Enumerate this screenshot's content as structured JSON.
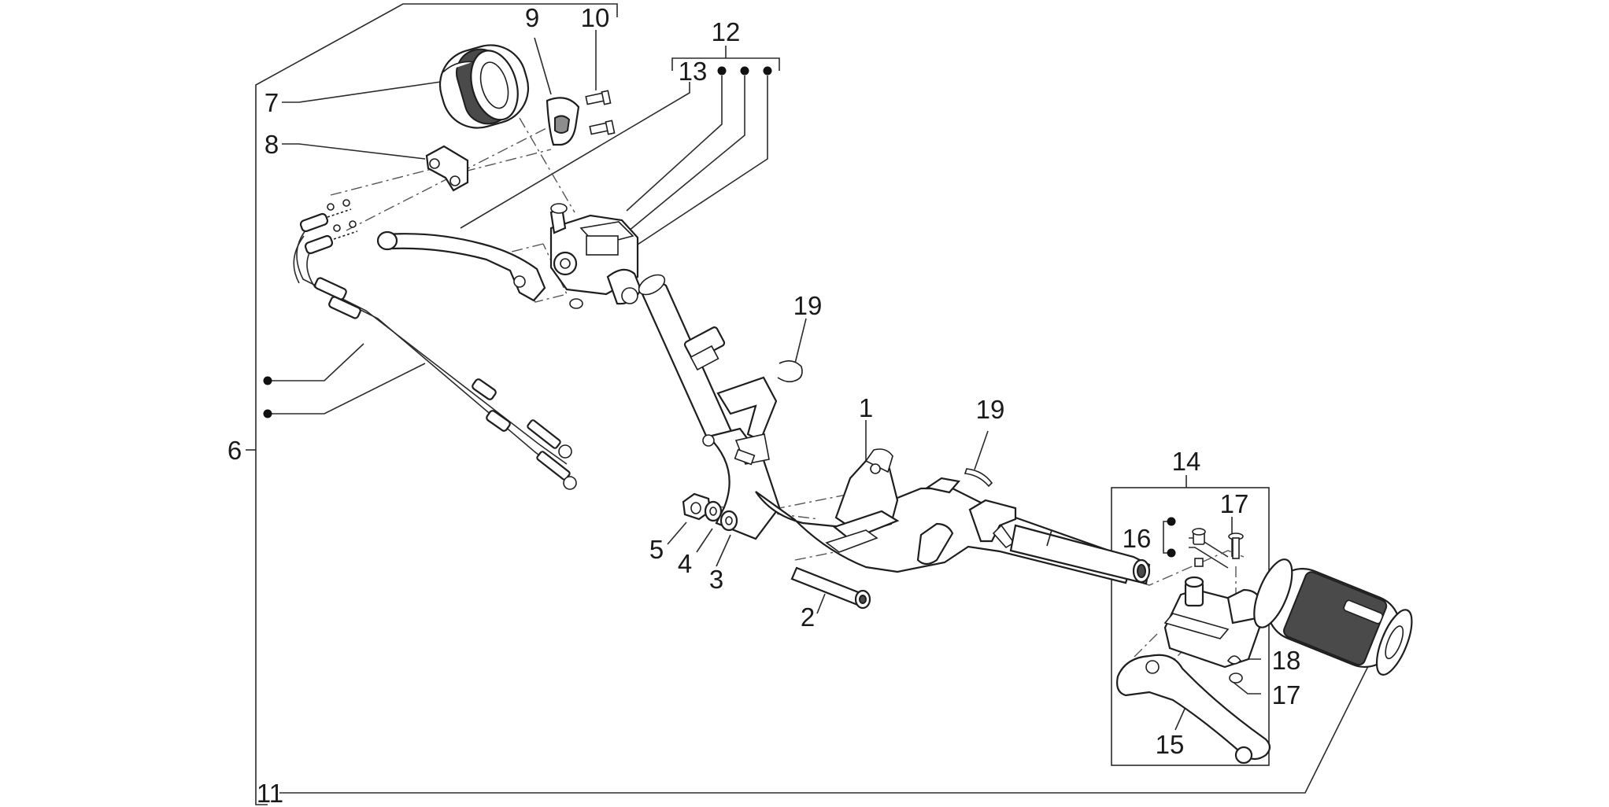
{
  "callouts": {
    "c1": "1",
    "c2": "2",
    "c3": "3",
    "c4": "4",
    "c5": "5",
    "c6": "6",
    "c7": "7",
    "c8": "8",
    "c9": "9",
    "c10": "10",
    "c11": "11",
    "c12": "12",
    "c13": "13",
    "c14": "14",
    "c15": "15",
    "c16": "16",
    "c17a": "17",
    "c17b": "17",
    "c18": "18",
    "c19a": "19",
    "c19b": "19"
  },
  "icons": {
    "kit_marker": "filled-dot"
  },
  "colors": {
    "line": "#2b2b2b",
    "background": "#ffffff"
  }
}
